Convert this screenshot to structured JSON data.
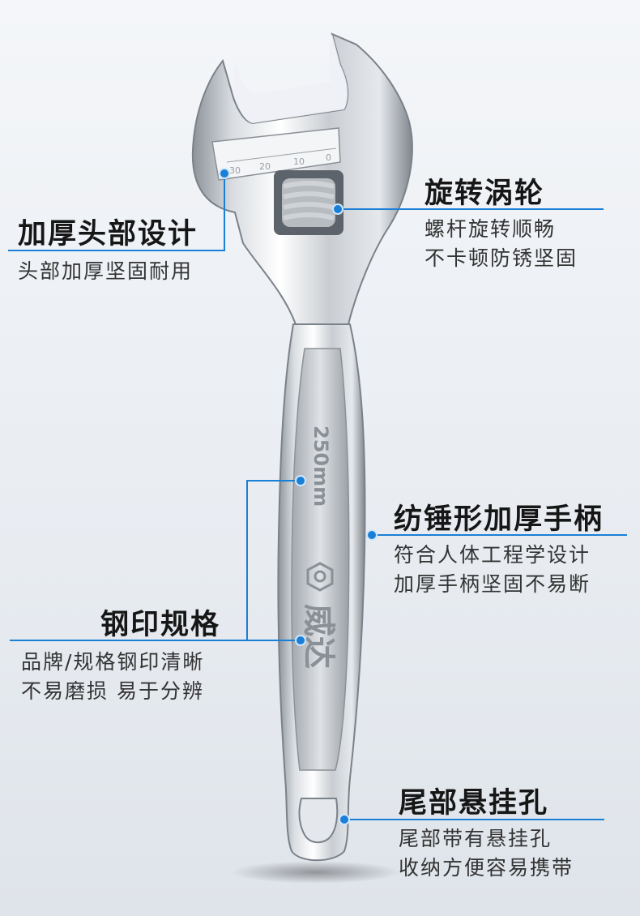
{
  "colors": {
    "accent": "#1a7fd6",
    "title": "#161616",
    "text": "#333333",
    "background": "#eef1f5"
  },
  "wrench": {
    "scale_marks": [
      "30",
      "20",
      "10",
      "0"
    ],
    "size_stamp": "250mm",
    "brand_stamp": "威达"
  },
  "callouts": {
    "head": {
      "title": "加厚头部设计",
      "lines": [
        "头部加厚坚固耐用"
      ]
    },
    "worm": {
      "title": "旋转涡轮",
      "lines": [
        "螺杆旋转顺畅",
        "不卡顿防锈坚固"
      ]
    },
    "handle": {
      "title": "纺锤形加厚手柄",
      "lines": [
        "符合人体工程学设计",
        "加厚手柄坚固不易断"
      ]
    },
    "stamp": {
      "title": "钢印规格",
      "lines": [
        "品牌/规格钢印清晰",
        "不易磨损 易于分辨"
      ]
    },
    "hole": {
      "title": "尾部悬挂孔",
      "lines": [
        "尾部带有悬挂孔",
        "收纳方便容易携带"
      ]
    }
  }
}
